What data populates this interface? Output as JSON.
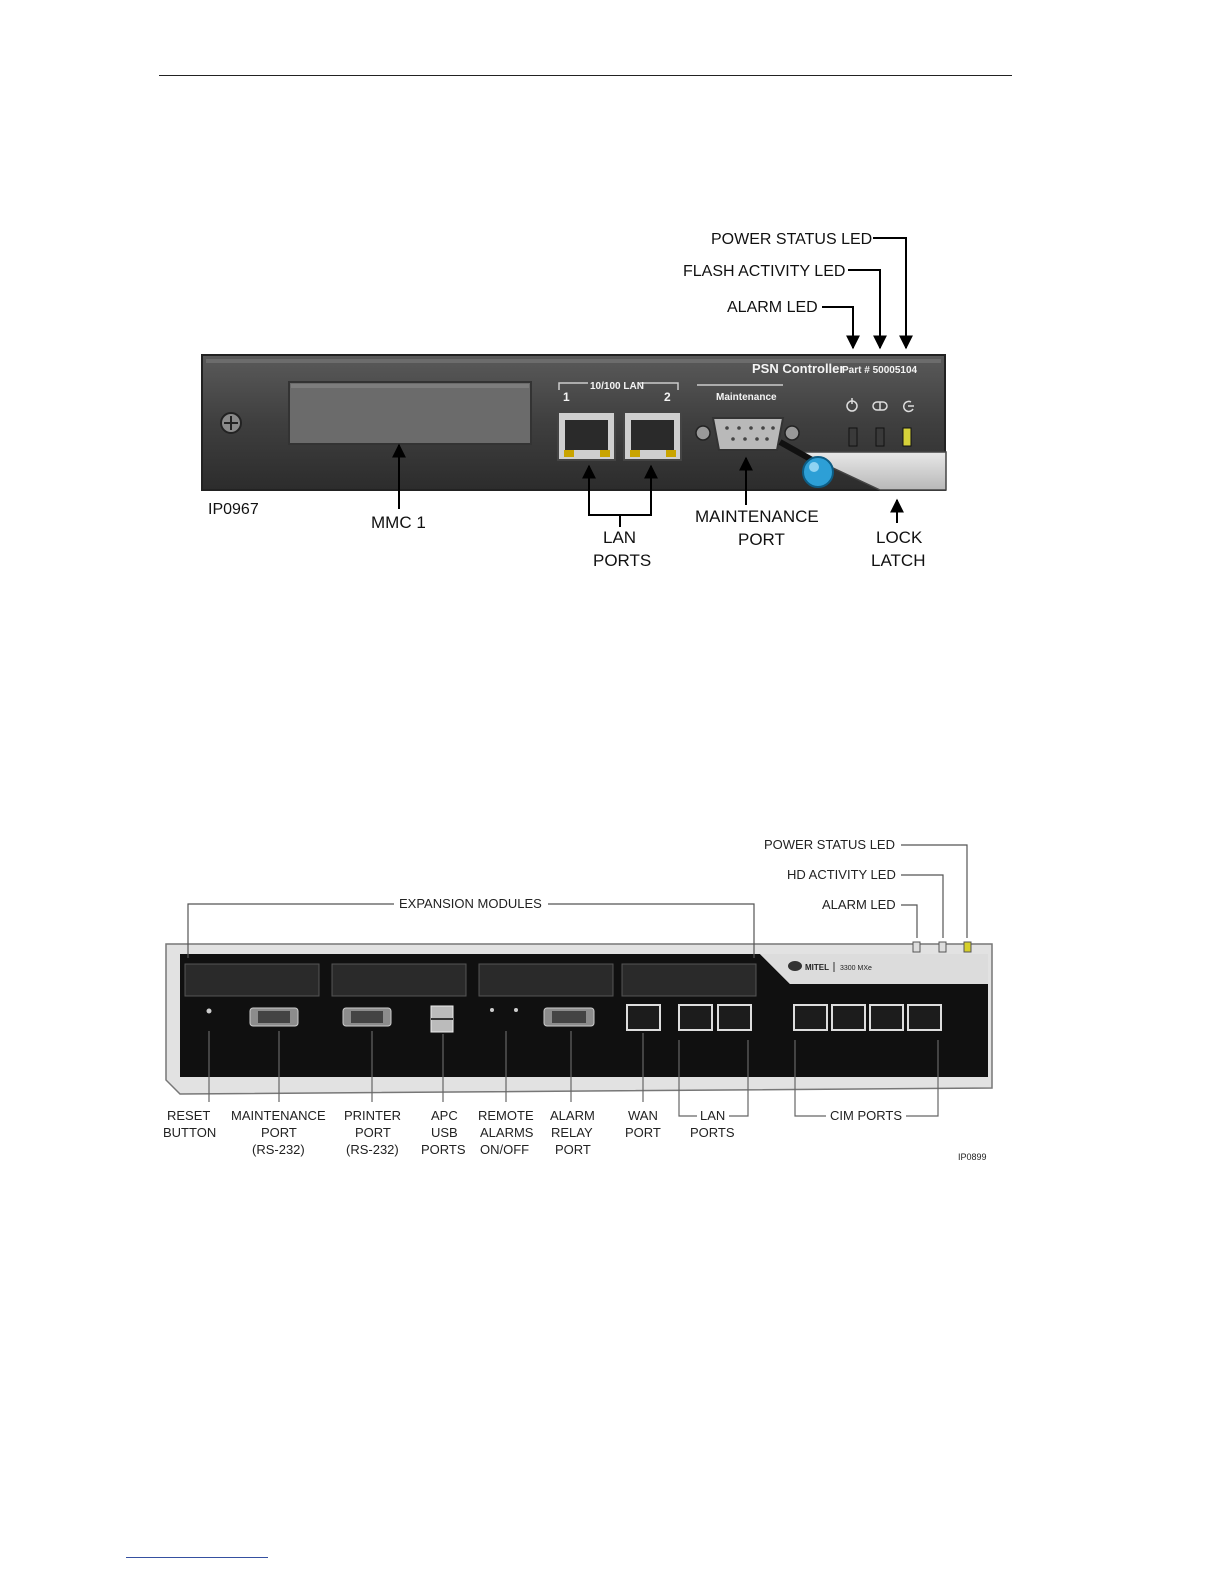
{
  "figure1": {
    "callouts": {
      "power_status_led": "POWER STATUS LED",
      "flash_activity_led": "FLASH ACTIVITY LED",
      "alarm_led": "ALARM LED",
      "mmc1": "MMC 1",
      "lan_ports_line1": "LAN",
      "lan_ports_line2": "PORTS",
      "maintenance_port_line1": "MAINTENANCE",
      "maintenance_port_line2": "PORT",
      "lock_latch_line1": "LOCK",
      "lock_latch_line2": "LATCH"
    },
    "figure_id": "IP0967",
    "device": {
      "title": "PSN Controller",
      "part_number": "Part # 50005104",
      "lan_header": "10/100 LAN",
      "lan_port_1": "1",
      "lan_port_2": "2",
      "maintenance_header": "Maintenance"
    }
  },
  "figure2": {
    "callouts": {
      "power_status_led": "POWER STATUS LED",
      "hd_activity_led": "HD ACTIVITY LED",
      "alarm_led": "ALARM LED",
      "expansion_modules": "EXPANSION MODULES",
      "reset_button": [
        "RESET",
        "BUTTON"
      ],
      "maintenance_port": [
        "MAINTENANCE",
        "PORT",
        "(RS-232)"
      ],
      "printer_port": [
        "PRINTER",
        "PORT",
        "(RS-232)"
      ],
      "apc_usb_ports": [
        "APC",
        "USB",
        "PORTS"
      ],
      "remote_alarms": [
        "REMOTE",
        "ALARMS",
        "ON/OFF"
      ],
      "alarm_relay_port": [
        "ALARM",
        "RELAY",
        "PORT"
      ],
      "wan_port": [
        "WAN",
        "PORT"
      ],
      "lan_ports": [
        "LAN",
        "PORTS"
      ],
      "cim_ports": "CIM PORTS"
    },
    "figure_id": "IP0899",
    "device": {
      "brand": "MITEL",
      "model": "3300 MXe"
    }
  }
}
